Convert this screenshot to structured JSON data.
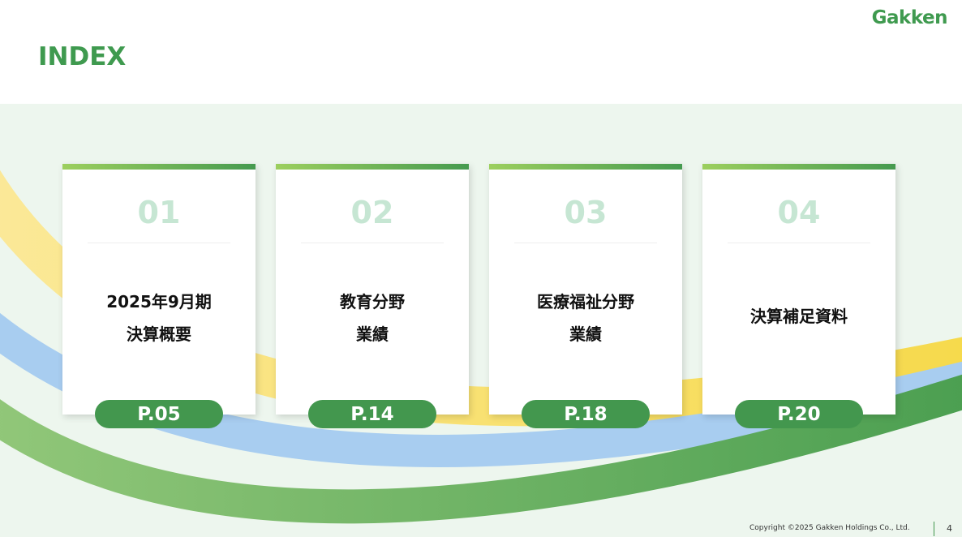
{
  "header": {
    "title": "INDEX",
    "logo": "Gakken"
  },
  "cards": [
    {
      "number": "01",
      "title_lines": [
        "2025年9月期",
        "決算概要"
      ],
      "page": "P.05"
    },
    {
      "number": "02",
      "title_lines": [
        "教育分野",
        "業績"
      ],
      "page": "P.14"
    },
    {
      "number": "03",
      "title_lines": [
        "医療福祉分野",
        "業績"
      ],
      "page": "P.18"
    },
    {
      "number": "04",
      "title_lines": [
        "決算補足資料"
      ],
      "page": "P.20"
    }
  ],
  "footer": {
    "copyright": "Copyright ©2025 Gakken Holdings Co., Ltd.",
    "page_number": "4"
  },
  "colors": {
    "brand_green": "#43974e",
    "yellow": "#f7dc5a",
    "blue": "#a8cdf0",
    "light_green": "#8cc574"
  }
}
